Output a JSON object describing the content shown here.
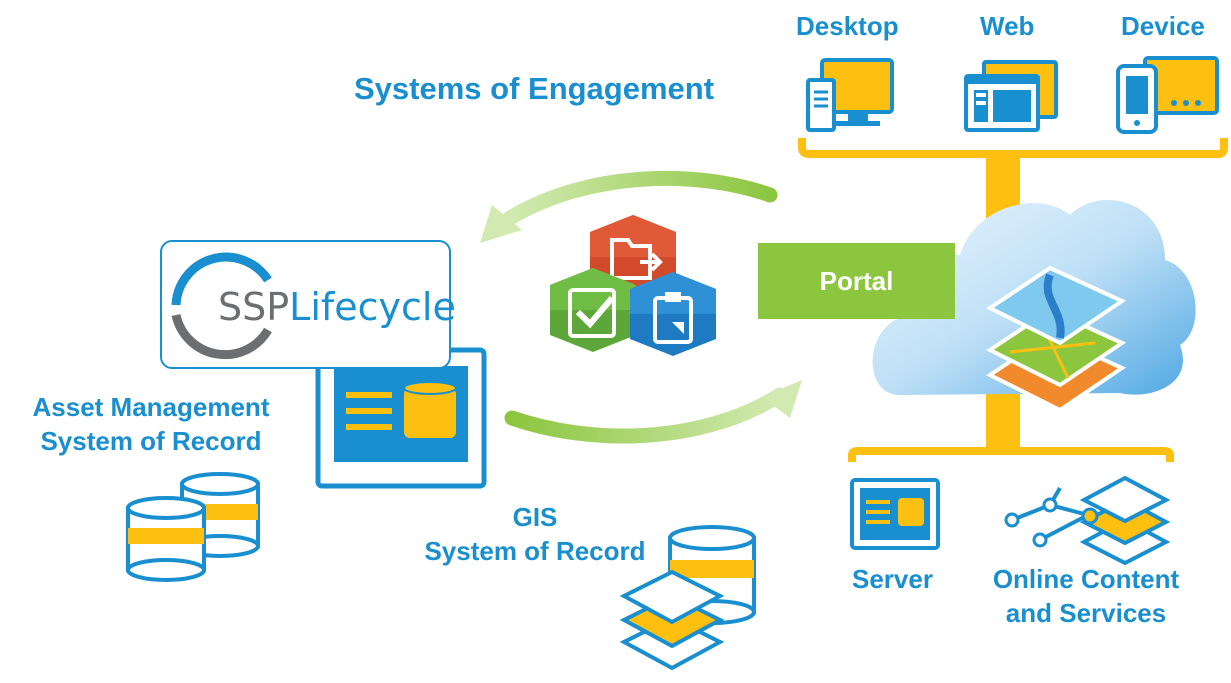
{
  "engagement": {
    "title": "Systems of Engagement",
    "desktop_label": "Desktop",
    "web_label": "Web",
    "device_label": "Device"
  },
  "portal": {
    "label": "Portal"
  },
  "logo": {
    "part1": "SSP",
    "part2": "Lifecycle"
  },
  "asset_management": {
    "line1": "Asset Management",
    "line2": "System of Record"
  },
  "gis": {
    "line1": "GIS",
    "line2": "System of Record"
  },
  "server": {
    "label": "Server"
  },
  "online": {
    "line1": "Online Content",
    "line2": "and Services"
  },
  "colors": {
    "blue": "#1a8fd0",
    "yellow": "#fdc010",
    "green": "#8cc63f",
    "dark_blue": "#0b79c0"
  },
  "icons": [
    "desktop-icon",
    "web-icon",
    "device-icon",
    "server-icon",
    "database-icon",
    "layers-icon",
    "cloud-icon",
    "map-layers-icon",
    "app-icons"
  ]
}
